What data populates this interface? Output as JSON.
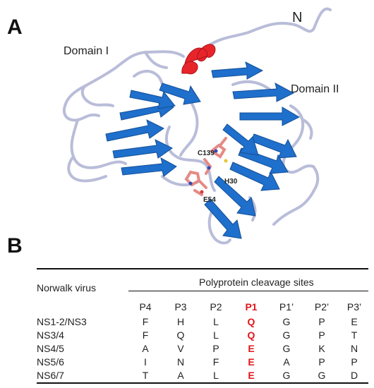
{
  "panel_a": {
    "letter": "A",
    "domain1_label": "Domain I",
    "domain2_label": "Domain II",
    "n_terminus_label": "N",
    "residues": [
      "C139",
      "H30",
      "E54"
    ]
  },
  "panel_b": {
    "letter": "B",
    "virus_header": "Norwalk virus",
    "sites_header": "Polyprotein cleavage sites",
    "columns": [
      "P4",
      "P3",
      "P2",
      "P1",
      "P1’",
      "P2’",
      "P3’"
    ],
    "highlight_column_index": 3,
    "highlight_color": "#e0161b",
    "rows": [
      {
        "label": "NS1-2/NS3",
        "residues": [
          "F",
          "H",
          "L",
          "Q",
          "G",
          "P",
          "E"
        ]
      },
      {
        "label": "NS3/4",
        "residues": [
          "F",
          "Q",
          "L",
          "Q",
          "G",
          "P",
          "T"
        ]
      },
      {
        "label": "NS4/5",
        "residues": [
          "A",
          "V",
          "P",
          "E",
          "G",
          "K",
          "N"
        ]
      },
      {
        "label": "NS5/6",
        "residues": [
          "I",
          "N",
          "F",
          "E",
          "A",
          "P",
          "P"
        ]
      },
      {
        "label": "NS6/7",
        "residues": [
          "T",
          "A",
          "L",
          "E",
          "G",
          "G",
          "D"
        ]
      }
    ]
  },
  "colors": {
    "strand": "#1f6fcc",
    "coil": "#b9bdd9",
    "helix": "#e8242b",
    "sidechain": "#e58a85"
  }
}
